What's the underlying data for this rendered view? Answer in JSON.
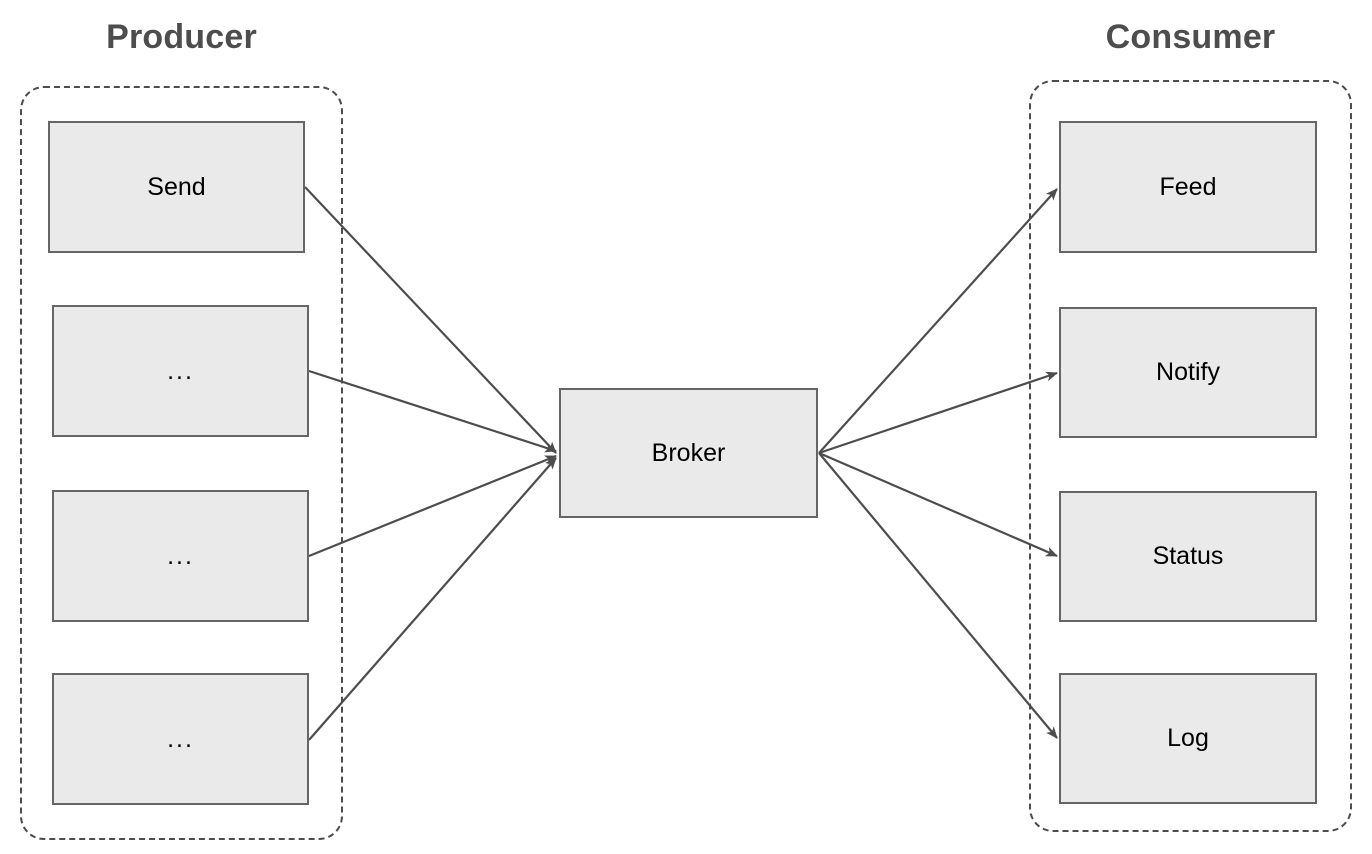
{
  "diagram": {
    "title_producer": "Producer",
    "title_consumer": "Consumer",
    "colors": {
      "node_fill": "#eaeaea",
      "node_stroke": "#666666",
      "group_stroke": "#4d4d4d",
      "title_text": "#4d4d4d",
      "edge_stroke": "#4d4d4d",
      "background": "#ffffff"
    },
    "producer_nodes": [
      {
        "label": "Send"
      },
      {
        "label": "..."
      },
      {
        "label": "..."
      },
      {
        "label": "..."
      }
    ],
    "broker": {
      "label": "Broker"
    },
    "consumer_nodes": [
      {
        "label": "Feed"
      },
      {
        "label": "Notify"
      },
      {
        "label": "Status"
      },
      {
        "label": "Log"
      }
    ]
  }
}
